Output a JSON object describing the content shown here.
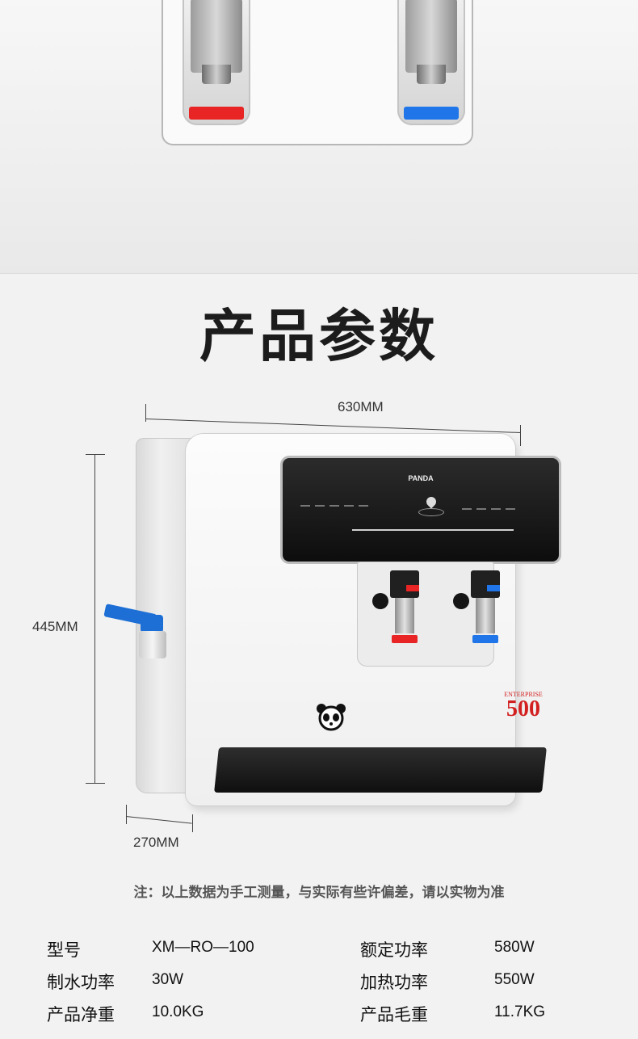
{
  "colors": {
    "hot": "#e82424",
    "cold": "#2075e8",
    "dispenser_accent": "#1d6fd6",
    "badge_red": "#d21f1f"
  },
  "title": "产品参数",
  "dimensions": {
    "width": "630MM",
    "height": "445MM",
    "depth": "270MM"
  },
  "product": {
    "brand": "PANDA",
    "badge_top": "ENTERPRISE",
    "badge_number": "500"
  },
  "note": "注：以上数据为手工测量，与实际有些许偏差，请以实物为准",
  "specs": [
    {
      "label": "型号",
      "value": "XM—RO—100"
    },
    {
      "label": "额定功率",
      "value": "580W"
    },
    {
      "label": "制水功率",
      "value": "30W"
    },
    {
      "label": "加热功率",
      "value": "550W"
    },
    {
      "label": "产品净重",
      "value": "10.0KG"
    },
    {
      "label": "产品毛重",
      "value": "11.7KG"
    }
  ]
}
